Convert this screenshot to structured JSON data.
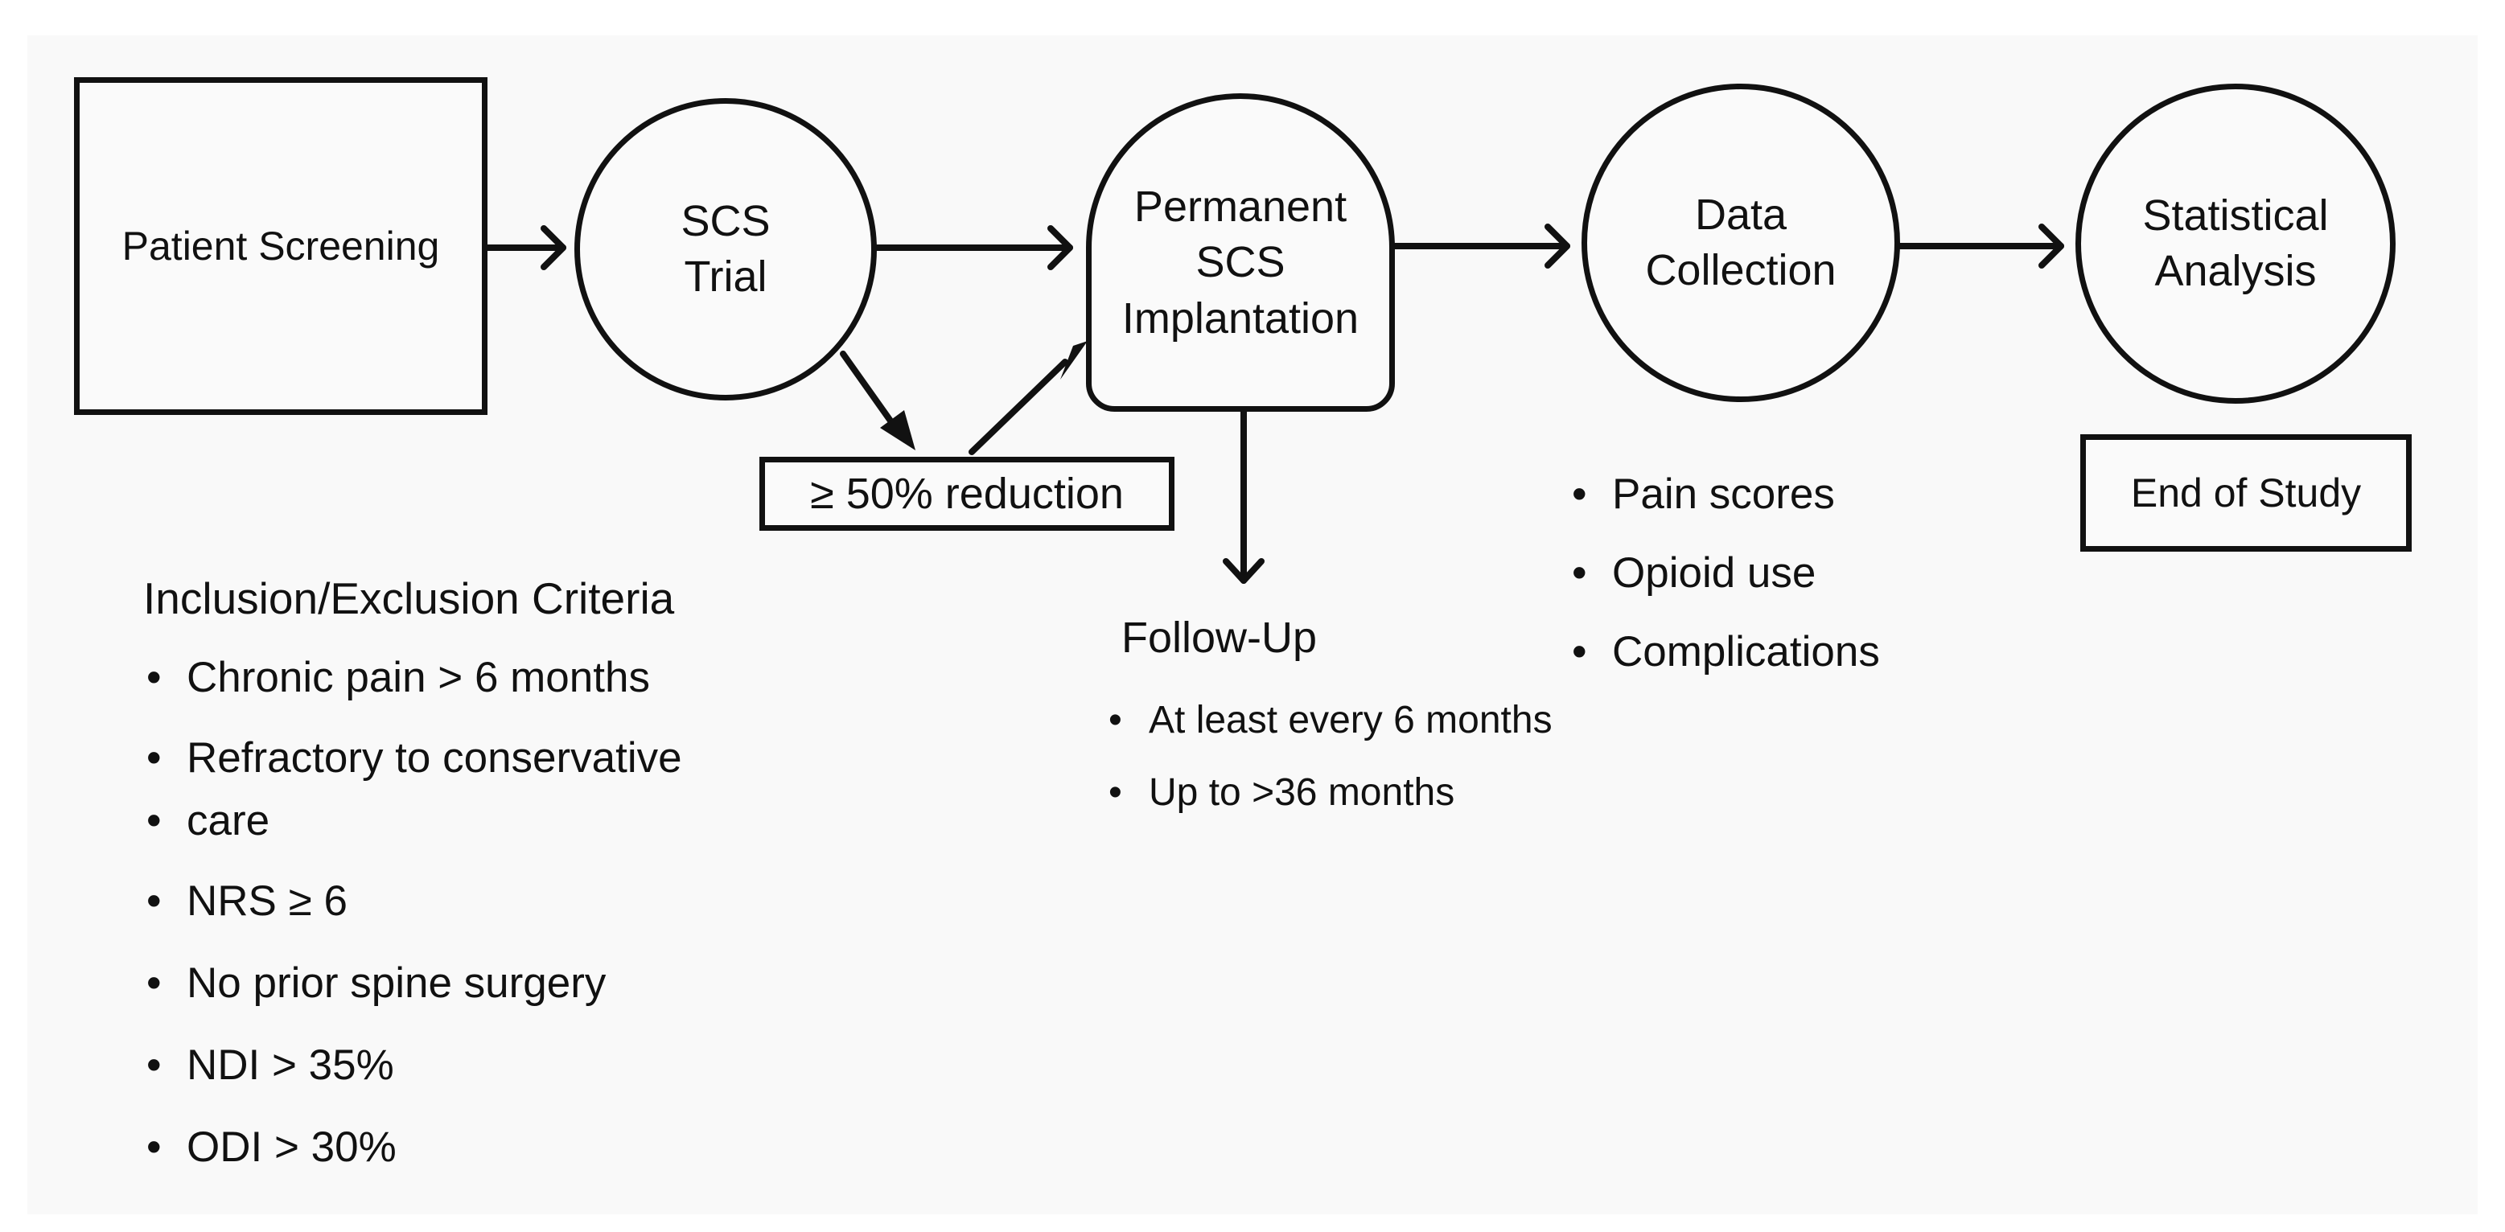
{
  "nodes": {
    "patient_screening": "Patient Screening",
    "scs_trial": [
      "SCS",
      "Trial"
    ],
    "permanent_implantation": [
      "Permanent",
      "SCS",
      "Implantation"
    ],
    "data_collection": [
      "Data",
      "Collection"
    ],
    "statistical_analysis": [
      "Statistical",
      "Analysis"
    ]
  },
  "reduction_label": "≥ 50% reduction",
  "end_label": "End of Study",
  "inclusion": {
    "title": "Inclusion/Exclusion Criteria",
    "items": [
      "Chronic pain > 6 months",
      "Refractory to conservative",
      "care",
      "NRS ≥ 6",
      "No prior spine surgery",
      "NDI > 35%",
      "ODI > 30%"
    ]
  },
  "follow_up": {
    "title": "Follow-Up",
    "items": [
      "At least every 6 months",
      "Up to >36 months"
    ]
  },
  "data_items": [
    "Pain scores",
    "Opioid use",
    "Complications"
  ]
}
